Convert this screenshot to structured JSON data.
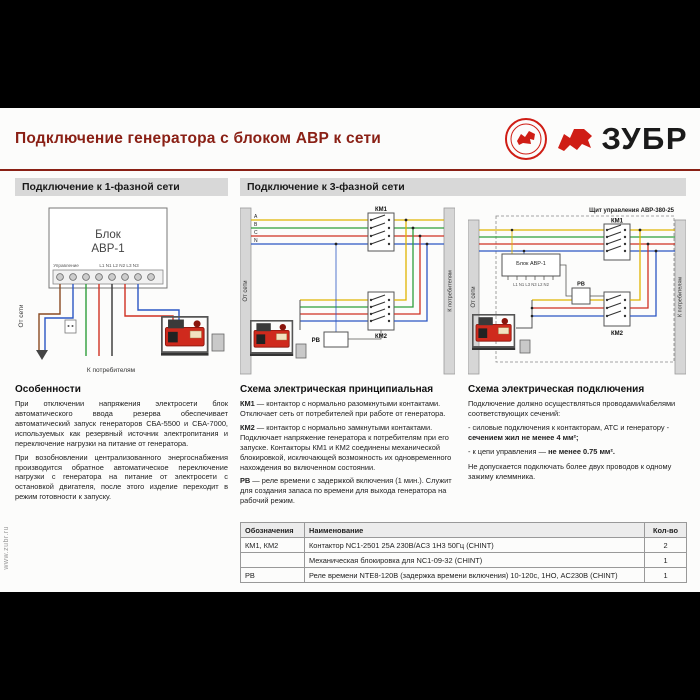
{
  "header": {
    "title": "Подключение генератора с блоком АВР к сети",
    "brand": "ЗУБР"
  },
  "section_headers": {
    "single_phase": "Подключение к 1-фазной сети",
    "three_phase": "Подключение к 3-фазной сети"
  },
  "left": {
    "diagram": {
      "block_line1": "Блок",
      "block_line2": "АВР-1",
      "control_label": "Управление",
      "terminal_labels": "L1 N1 L2 N2 L3 N3",
      "from_net": "От сети",
      "to_consumers": "К потребителям"
    },
    "features_title": "Особенности",
    "paragraphs": [
      "При отключении напряжения электросети блок автоматического ввода резерва обеспечивает автоматический запуск генераторов СБА-5500 и СБА-7000, используемых как резервный источник электропитания и переключение нагрузки на питание от генератора.",
      "При возобновлении централизованного энергоснабжения производится обратное автоматическое переключение нагрузки с генератора на питание от электросети с остановкой двигателя, после этого изделие переходит в режим готовности к запуску."
    ]
  },
  "mid": {
    "diagram": {
      "from_net": "От сети",
      "to_consumers": "К потребителям",
      "km1": "КМ1",
      "km2": "КМ2",
      "pb": "РВ",
      "phases": [
        "А",
        "В",
        "С",
        "N"
      ]
    },
    "title": "Схема электрическая принципиальная",
    "defs": [
      {
        "term": "КМ1",
        "text": "— контактор с нормально разомкнутыми контактами. Отключает сеть от потребителей при работе от генератора."
      },
      {
        "term": "КМ2",
        "text": "— контактор с нормально замкнутыми контактами. Подключает напряжение генератора к потребителям при его запуске. Контакторы КМ1 и КМ2 соединены механической блокировкой, исключающей возможность их одновременного нахождения во включенном состоянии."
      },
      {
        "term": "РВ",
        "text": "— реле времени с задержкой включения (1 мин.). Служит для создания запаса по времени для выхода генератора на рабочий режим."
      }
    ]
  },
  "right": {
    "diagram": {
      "panel_title": "Щит управления АВР-380-25",
      "km1": "КМ1",
      "km2": "КМ2",
      "pb": "РВ",
      "avr_block": "Блок АВР-1",
      "avr_terminals": "L1 N1 L3 N3 L2 N2",
      "from_net": "От сети",
      "to_consumers": "К потребителям"
    },
    "title": "Схема электрическая подключения",
    "intro": "Подключение должно осуществляться проводами/кабелями соответствующих сечений:",
    "bullets": [
      {
        "pre": "- силовые подключения к контакторам, АТС и генератору - ",
        "bold": "сечением жил не менее 4 мм²;"
      },
      {
        "pre": "- к цепи управления — ",
        "bold": "не менее 0.75 мм²."
      }
    ],
    "note": "Не допускается подключать более двух проводов к одному зажиму клеммника."
  },
  "table": {
    "headers": [
      "Обозначения",
      "Наименование",
      "Кол-во"
    ],
    "rows": [
      [
        "КМ1, КМ2",
        "Контактор NC1-2501 25A 230В/AC3 1Н3 50Гц (CHINT)",
        "2"
      ],
      [
        "",
        "Механическая блокировка для NC1-09-32 (CHINT)",
        "1"
      ],
      [
        "РВ",
        "Реле времени NTE8-120В (задержка времени включения) 10-120с, 1НО, AC230В (CHINT)",
        "1"
      ]
    ]
  },
  "footer": {
    "site": "www.zubr.ru"
  }
}
